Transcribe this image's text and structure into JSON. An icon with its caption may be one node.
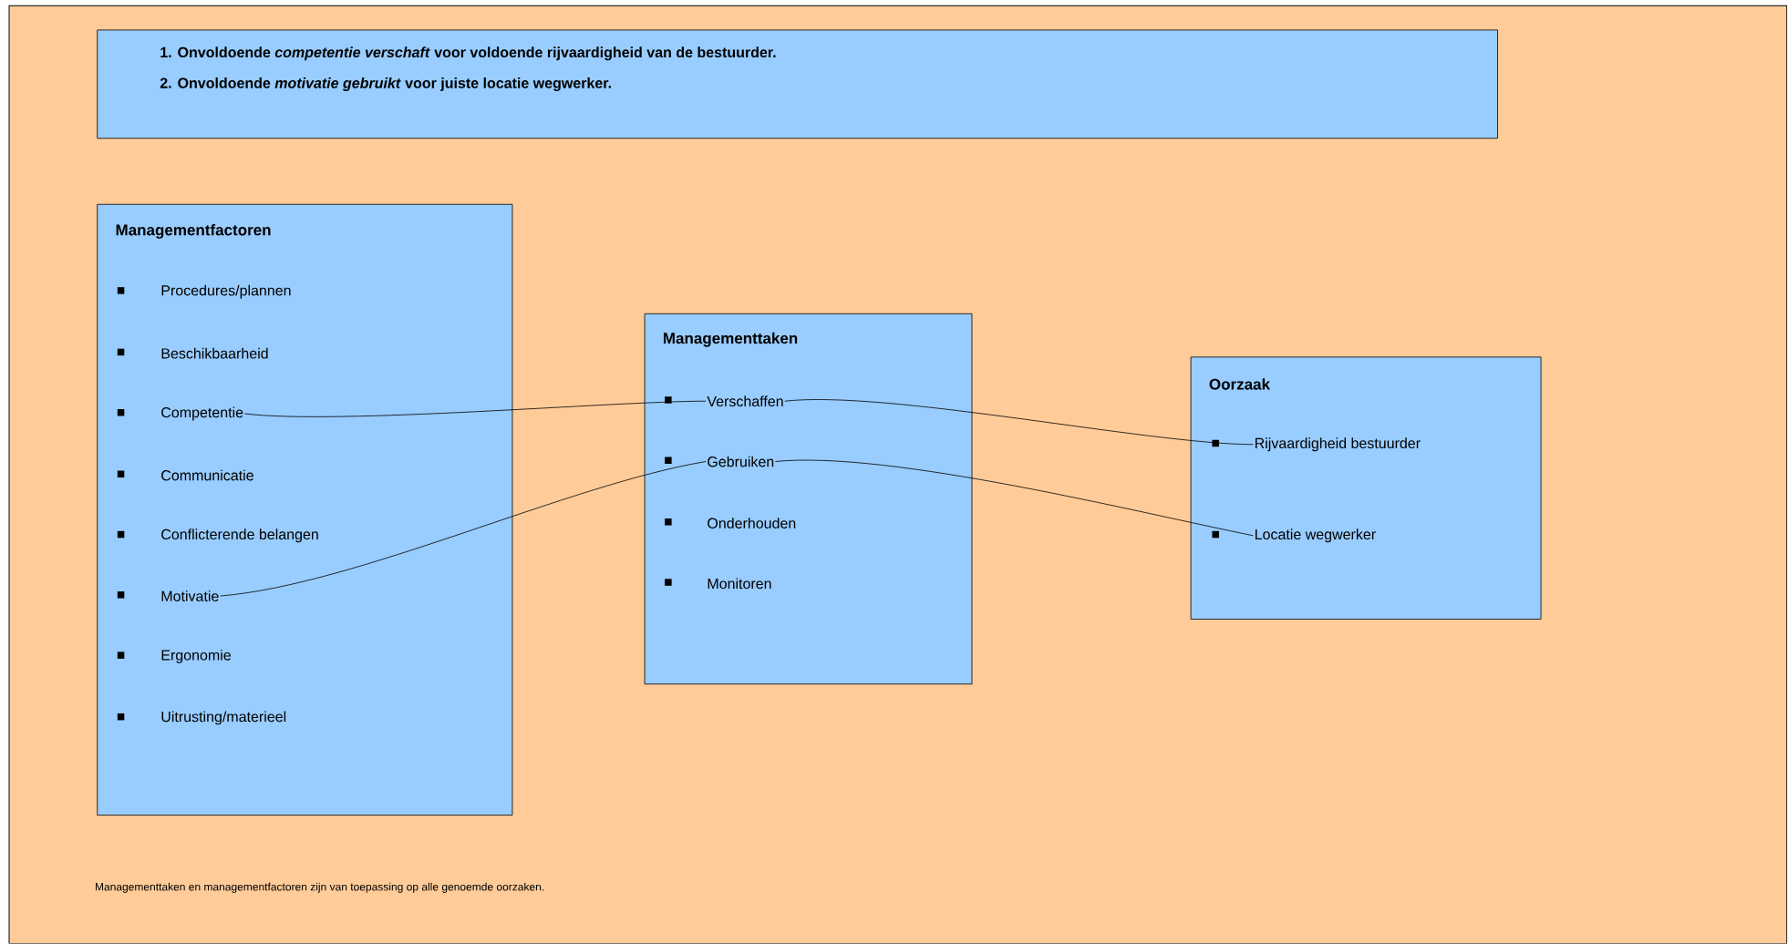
{
  "diagram": {
    "nodes": [
      {
        "text": [
          "1.  Onvoldoende *competentie verschaft* voor voldoende rijvaardigheid van de bestuurder.",
          "2.  Onvoldoende *motivatie gebruikt* voor juiste locatie wegwerker."
        ]
      },
      {
        "text": [
          "Managementfactoren"
        ]
      },
      {
        "text": [
          "Procedures/plannen"
        ],
        "in": 1
      },
      {
        "text": [
          "Beschikbaarheid"
        ],
        "in": 1
      },
      {
        "text": [
          "Competentie"
        ],
        "in": 1
      },
      {
        "text": [
          "Communicatie"
        ],
        "in": 1
      },
      {
        "text": [
          "Conflicterende belangen"
        ],
        "in": 1
      },
      {
        "text": [
          "Motivatie"
        ],
        "in": 1
      },
      {
        "text": [
          "Ergonomie"
        ],
        "in": 1
      },
      {
        "text": [
          "Uitrusting/materieel"
        ],
        "in": 1
      },
      {
        "text": [
          "Managementtaken"
        ]
      },
      {
        "text": [
          "Verschaffen"
        ],
        "in": 10
      },
      {
        "text": [
          "Gebruiken"
        ],
        "in": 10
      },
      {
        "text": [
          "Onderhouden"
        ],
        "in": 10
      },
      {
        "text": [
          "Monitoren"
        ],
        "in": 10
      },
      {
        "text": [
          "Oorzaak"
        ]
      },
      {
        "text": [
          "Rijvaardigheid bestuurder"
        ],
        "in": 15
      },
      {
        "text": [
          "Locatie wegwerker"
        ],
        "in": 15
      }
    ],
    "edges": [
      {
        "from": 4,
        "to": 11,
        "arrow": "none"
      },
      {
        "from": 7,
        "to": 12,
        "arrow": "none"
      },
      {
        "from": 11,
        "to": 16,
        "arrow": "none"
      },
      {
        "from": 12,
        "to": 17,
        "arrow": "none"
      }
    ],
    "labels": [
      "Managementtaken en managementfactoren zijn van toepassing op alle genoemde oorzaken."
    ]
  }
}
